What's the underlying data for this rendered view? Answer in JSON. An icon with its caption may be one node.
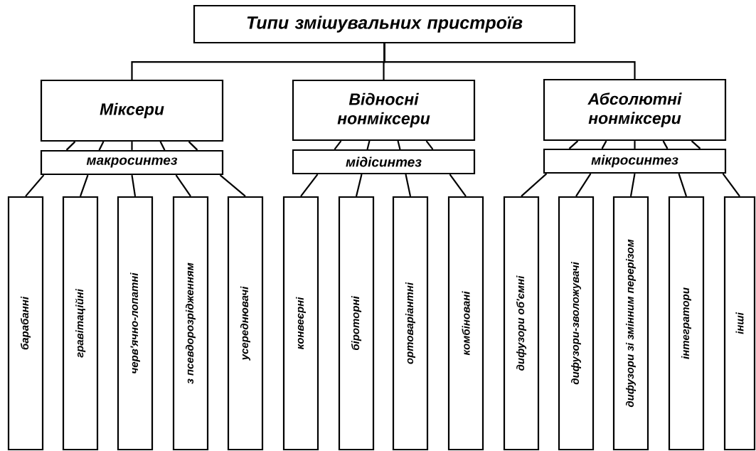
{
  "diagram": {
    "nodes": [
      {
        "text": [
          "Типи змішувальних пристроїв"
        ]
      },
      {
        "text": [
          "Міксери"
        ]
      },
      {
        "text": [
          "Відносні нонміксери"
        ]
      },
      {
        "text": [
          "Абсолютні нонміксери"
        ]
      },
      {
        "text": [
          "макросинтез"
        ]
      },
      {
        "text": [
          "мідісинтез"
        ]
      },
      {
        "text": [
          "мікросинтез"
        ]
      },
      {
        "text": [
          "барабанні"
        ]
      },
      {
        "text": [
          "гравітаційні"
        ]
      },
      {
        "text": [
          "черв'ячно-лопатні"
        ]
      },
      {
        "text": [
          "з псевдорозрідженням"
        ]
      },
      {
        "text": [
          "усереднювачі"
        ]
      },
      {
        "text": [
          "конвеєрні"
        ]
      },
      {
        "text": [
          "біроторні"
        ]
      },
      {
        "text": [
          "ортоваріантні"
        ]
      },
      {
        "text": [
          "комбіновані"
        ]
      },
      {
        "text": [
          "дифузори об'ємні"
        ]
      },
      {
        "text": [
          "дифузори-зволожувачі"
        ]
      },
      {
        "text": [
          "дифузори зі змінним перерізом"
        ]
      },
      {
        "text": [
          "інтегратори"
        ]
      },
      {
        "text": [
          "інші"
        ]
      }
    ],
    "edges": [
      {
        "from": 0,
        "to": 1,
        "arrow": "none"
      },
      {
        "from": 0,
        "to": 2,
        "arrow": "none"
      },
      {
        "from": 0,
        "to": 3,
        "arrow": "none"
      },
      {
        "from": 1,
        "to": 4,
        "arrow": "none"
      },
      {
        "from": 1,
        "to": 4,
        "arrow": "none"
      },
      {
        "from": 1,
        "to": 4,
        "arrow": "none"
      },
      {
        "from": 1,
        "to": 4,
        "arrow": "none"
      },
      {
        "from": 1,
        "to": 4,
        "arrow": "none"
      },
      {
        "from": 2,
        "to": 5,
        "arrow": "none"
      },
      {
        "from": 2,
        "to": 5,
        "arrow": "none"
      },
      {
        "from": 2,
        "to": 5,
        "arrow": "none"
      },
      {
        "from": 2,
        "to": 5,
        "arrow": "none"
      },
      {
        "from": 3,
        "to": 6,
        "arrow": "none"
      },
      {
        "from": 3,
        "to": 6,
        "arrow": "none"
      },
      {
        "from": 3,
        "to": 6,
        "arrow": "none"
      },
      {
        "from": 3,
        "to": 6,
        "arrow": "none"
      },
      {
        "from": 3,
        "to": 6,
        "arrow": "none"
      },
      {
        "from": 4,
        "to": 7,
        "arrow": "none"
      },
      {
        "from": 4,
        "to": 8,
        "arrow": "none"
      },
      {
        "from": 4,
        "to": 9,
        "arrow": "none"
      },
      {
        "from": 4,
        "to": 10,
        "arrow": "none"
      },
      {
        "from": 4,
        "to": 11,
        "arrow": "none"
      },
      {
        "from": 5,
        "to": 12,
        "arrow": "none"
      },
      {
        "from": 5,
        "to": 13,
        "arrow": "none"
      },
      {
        "from": 5,
        "to": 14,
        "arrow": "none"
      },
      {
        "from": 5,
        "to": 15,
        "arrow": "none"
      },
      {
        "from": 6,
        "to": 16,
        "arrow": "none"
      },
      {
        "from": 6,
        "to": 17,
        "arrow": "none"
      },
      {
        "from": 6,
        "to": 18,
        "arrow": "none"
      },
      {
        "from": 6,
        "to": 19,
        "arrow": "none"
      },
      {
        "from": 6,
        "to": 20,
        "arrow": "none"
      }
    ]
  }
}
